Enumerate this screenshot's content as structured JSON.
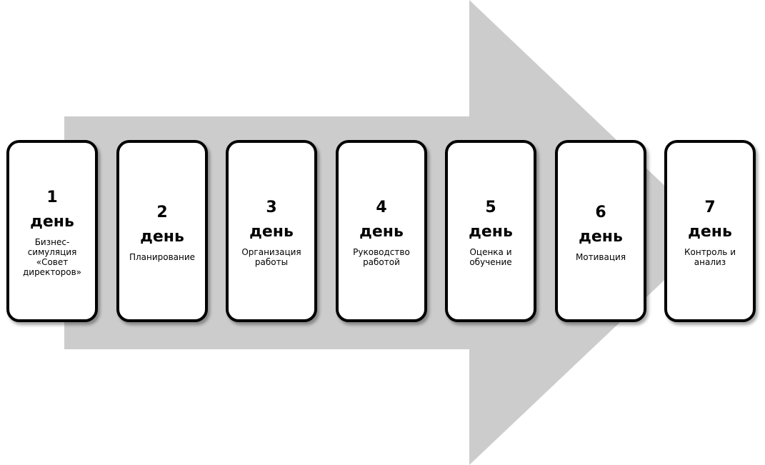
{
  "diagram": {
    "arrow_color": "#cccccc",
    "steps": [
      {
        "number": "1",
        "unit": "день",
        "label": "Бизнес-\nсимуляция\n«Совет\nдиректоров»"
      },
      {
        "number": "2",
        "unit": "день",
        "label": "Планирование"
      },
      {
        "number": "3",
        "unit": "день",
        "label": "Организация\nработы"
      },
      {
        "number": "4",
        "unit": "день",
        "label": "Руководство\nработой"
      },
      {
        "number": "5",
        "unit": "день",
        "label": "Оценка и\nобучение"
      },
      {
        "number": "6",
        "unit": "день",
        "label": "Мотивация"
      },
      {
        "number": "7",
        "unit": "день",
        "label": "Контроль и\nанализ"
      }
    ]
  }
}
